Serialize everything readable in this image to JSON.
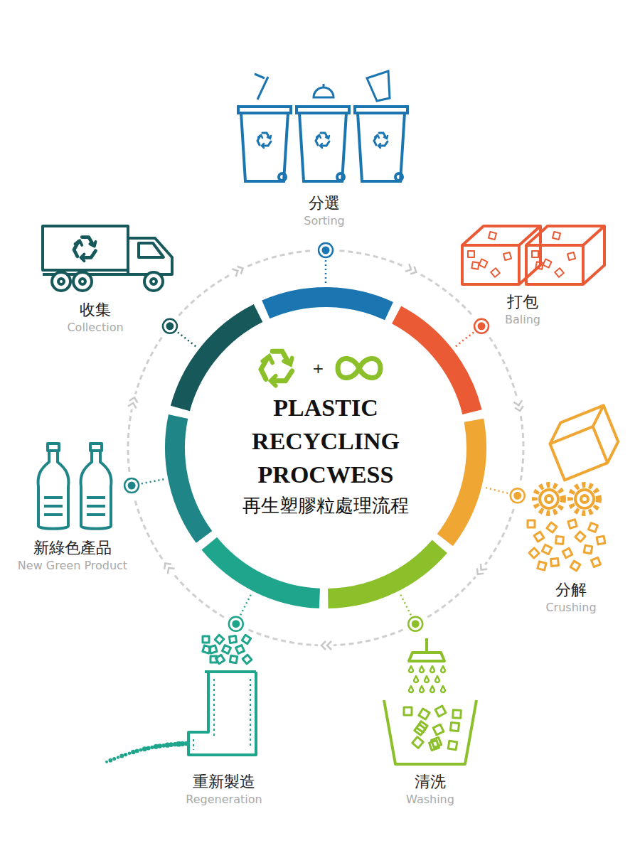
{
  "diagram": {
    "title": "PLASTIC RECYCLING PROCWESS",
    "caption": "再生塑膠粒處理流程",
    "nodes": [
      {
        "text": [
          "分選",
          "Sorting"
        ]
      },
      {
        "text": [
          "打包",
          "Baling"
        ]
      },
      {
        "text": [
          "分解",
          "Crushing"
        ]
      },
      {
        "text": [
          "清洗",
          "Washing"
        ]
      },
      {
        "text": [
          "重新製造",
          "Regeneration"
        ]
      },
      {
        "text": [
          "新綠色產品",
          "New Green Product"
        ]
      },
      {
        "text": [
          "收集",
          "Collection"
        ]
      }
    ],
    "edges": [
      {
        "from": 0,
        "to": 1,
        "arrow": "to"
      },
      {
        "from": 1,
        "to": 2,
        "arrow": "to"
      },
      {
        "from": 2,
        "to": 3,
        "arrow": "to"
      },
      {
        "from": 3,
        "to": 4,
        "arrow": "to"
      },
      {
        "from": 4,
        "to": 5,
        "arrow": "to"
      },
      {
        "from": 5,
        "to": 6,
        "arrow": "to"
      },
      {
        "from": 6,
        "to": 0,
        "arrow": "to"
      }
    ],
    "labels": [
      "+"
    ]
  }
}
